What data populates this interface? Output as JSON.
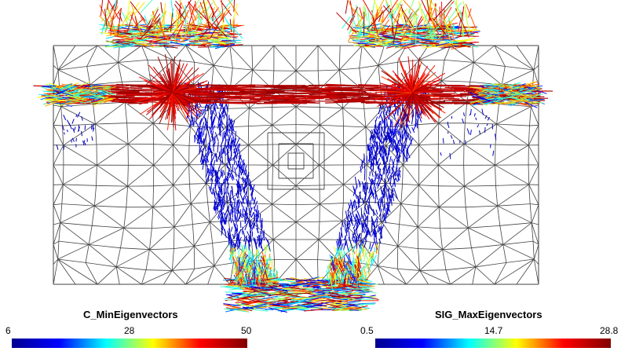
{
  "legends": [
    {
      "title": "C_MinEigenvectors",
      "ticks": [
        "6",
        "28",
        "50"
      ],
      "min": 6,
      "max": 50,
      "colormap": [
        "#00008f",
        "#0000ff",
        "#00ffff",
        "#ffff00",
        "#ff0000",
        "#800000"
      ]
    },
    {
      "title": "SIG_MaxEigenvectors",
      "ticks": [
        "0.5",
        "14.7",
        "28.8"
      ],
      "min": 0.5,
      "max": 28.8,
      "colormap": [
        "#00008f",
        "#0000ff",
        "#00ffff",
        "#ffff00",
        "#ff0000",
        "#800000"
      ]
    }
  ],
  "mesh": {
    "line_color": "#444444",
    "background": "#ffffff"
  }
}
